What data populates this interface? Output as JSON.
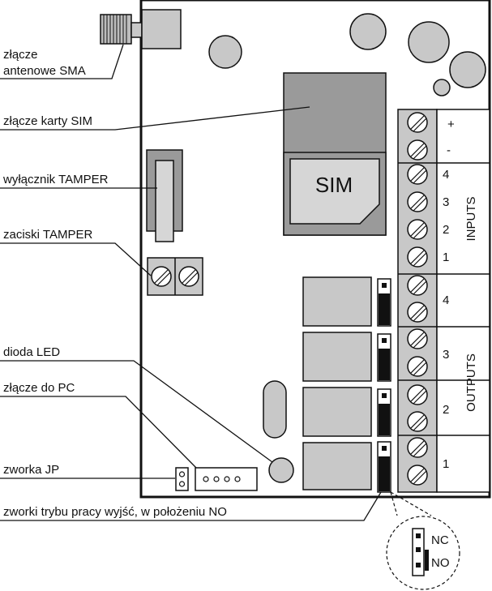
{
  "labels": {
    "sma": [
      "złącze",
      "antenowe SMA"
    ],
    "sim_connector": "złącze karty SIM",
    "tamper_switch": "wyłącznik TAMPER",
    "tamper_terminals": "zaciski TAMPER",
    "led": "dioda LED",
    "pc_connector": "złącze do PC",
    "jumper_jp": "zworka JP",
    "output_jumpers": "zworki trybu pracy wyjść, w położeniu NO"
  },
  "sim_card": "SIM",
  "power_terminals": [
    "+",
    "-"
  ],
  "inputs": {
    "title": "INPUTS",
    "numbers": [
      "4",
      "3",
      "2",
      "1"
    ]
  },
  "outputs": {
    "title": "OUTPUTS",
    "numbers": [
      "4",
      "3",
      "2",
      "1"
    ]
  },
  "jumper_detail": {
    "nc": "NC",
    "no": "NO"
  },
  "colors": {
    "outline": "#111111",
    "component_gray": "#c8c8c8",
    "sim_dark": "#9a9a9a",
    "sim_card": "#d6d6d6",
    "jumper_black": "#111111"
  }
}
